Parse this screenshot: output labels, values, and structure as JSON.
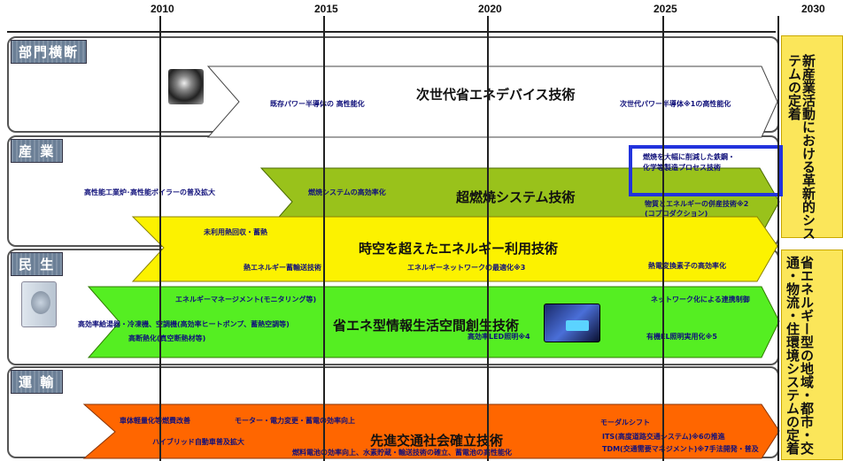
{
  "years": [
    "2010",
    "2015",
    "2020",
    "2025",
    "2030"
  ],
  "sectors": {
    "cross": "部門横断",
    "industry": "産 業",
    "household": "民 生",
    "transport": "運 輸"
  },
  "tech": {
    "device": "次世代省エネデバイス技術",
    "combustion": "超燃焼システム技術",
    "timespace": "時空を超えたエネルギー利用技術",
    "info": "省エネ型情報生活空間創生技術",
    "traffic": "先進交通社会確立技術"
  },
  "notes": {
    "d1": "既存パワー半導体の 高性能化",
    "d2": "次世代パワー半導体※1の高性能化",
    "c1": "高性能工業炉･高性能ボイラーの普及拡大",
    "c2": "燃焼システムの高効率化",
    "c3": "燃焼を大幅に削減した鉄鋼・",
    "c4": "化学等製造プロセス技術",
    "c5": "物質とエネルギーの併産技術※2",
    "c6": "(コプロダクション)",
    "s1": "未利用熱回収・蓄熱",
    "s2": "熱エネルギー蓄輸送技術",
    "s3": "エネルギーネットワークの最適化※3",
    "s4": "熱電変換素子の高効率化",
    "i1": "エネルギーマネージメント(モニタリング等)",
    "i2": "高効率給湯器・冷凍機、空調機(高効率ヒートポンプ、蓄熱空調等)",
    "i3": "高断熱化(真空断熱材等)",
    "i4": "ネットワーク化による連携制御",
    "i5": "高効率LED照明※4",
    "i6": "有機EL照明実用化※5",
    "t1": "車体軽量化等燃費改善",
    "t2": "モーター・電力変更・蓄電の効率向上",
    "t3": "モーダルシフト",
    "t4": "ハイブリッド自動車普及拡大",
    "t5": "燃料電池の効率向上、水素貯蔵・輸送技術の確立、蓄電池の高性能化",
    "t6": "ITS(高度道路交通システム)※6の推進",
    "t7": "TDM(交通需要マネジメント)※7手法開発・普及"
  },
  "side": {
    "top": "新産業活動における革新的システムの定着",
    "bottom": "省エネルギー型の地域・都市・交通・物流・住環境システムの定着"
  },
  "colors": {
    "device": "#ffffff",
    "combustion": "#99c21b",
    "timespace": "#fcf200",
    "info": "#55ee22",
    "traffic": "#ff6600",
    "highlight": "#2233dd",
    "sidebox": "#fbe65a"
  }
}
